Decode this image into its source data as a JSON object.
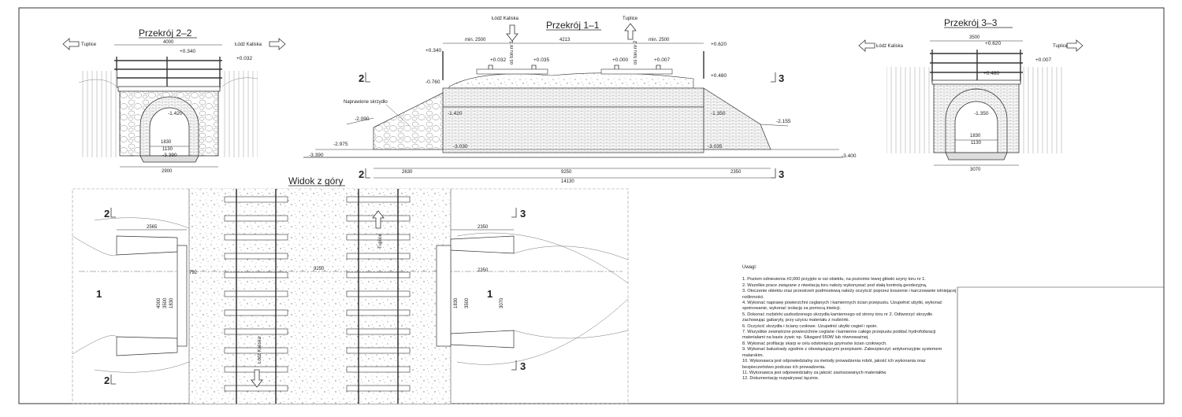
{
  "sections": {
    "s11": {
      "title": "Przekrój 1–1",
      "dir_left": "Łódź Kaliska",
      "dir_right": "Tuplice"
    },
    "s22": {
      "title": "Przekrój 2–2",
      "dir_left": "Tuplice",
      "dir_right": "Łódź Kaliska"
    },
    "s33": {
      "title": "Przekrój 3–3",
      "dir_left": "Łódź Kaliska",
      "dir_right": "Tuplice"
    },
    "top": {
      "title": "Widok z góry",
      "dir_up": "Tuplice",
      "dir_down": "Łódź Kaliska"
    }
  },
  "s11": {
    "dims_top": [
      "min. 2500",
      "4213",
      "min. 2500"
    ],
    "dims_bottom": [
      "2630",
      "9250",
      "2350",
      "14130"
    ],
    "levels": [
      "+0.340",
      "+0.032",
      "+0.035",
      "+0.000",
      "+0.007",
      "+0.620",
      "+0.480",
      "-0.760",
      "-1.420",
      "-2.090",
      "-2.975",
      "-3.390",
      "-3.030",
      "-3.035",
      "-1.350",
      "-2.155",
      "-3.400"
    ],
    "track_labels": [
      "oś toru nr 1",
      "oś toru nr 2"
    ],
    "annotation": "Naprawione skrzydło",
    "markers": [
      "2",
      "2",
      "3",
      "3"
    ]
  },
  "s22": {
    "dims": [
      "4000",
      "1830",
      "1130",
      "2900"
    ],
    "levels": [
      "+0.340",
      "+0.032",
      "-1.420",
      "-3.390"
    ]
  },
  "s33": {
    "dims": [
      "3500",
      "1830",
      "1130",
      "3070"
    ],
    "levels": [
      "+0.620",
      "+0.007",
      "+0.480",
      "-1.350"
    ]
  },
  "topview": {
    "dims": [
      "2565",
      "2350",
      "2350",
      "9250",
      "792",
      "4000",
      "3500",
      "1830",
      "1830",
      "3500",
      "3070"
    ],
    "markers": [
      "2",
      "3",
      "1",
      "1",
      "2",
      "3"
    ]
  },
  "notes": {
    "title": "Uwagi:",
    "items": [
      "1. Poziom odniesienia ±0,000 przyjęto w osi obiektu, na poziomie lewej główki szyny toru nr 1.",
      "2. Wszelkie prace związane z niwelacją toru należy wykonywać pod stałą kontrolą geodezyjną.",
      "3. Otoczenie obiektu oraz przestrzeń podmostową należy oczyścić poprzez koszenie i karczowanie istniejącej roślinności.",
      "4. Wykonać naprawę powierzchni ceglanych i kamiennych ścian przepustu. Uzupełnić ubytki, wykonać spoinowanie, wykonać izolację za pomocą iniekcji.",
      "5. Dokonać rozbiórki uszkodzonego skrzydła kamiennego od strony toru nr 2. Odtworzyć skrzydło zachowując gabaryty, przy użyciu materiału z rozbiórki.",
      "6. Oczyścić skrzydła i ściany czołowe. Uzupełnić ubytki cegieł i spoin.",
      "7. Wszystkie zewnętrzne powierzchnie ceglane i kamienne całego przepustu poddać hydrofobizacji materiałami na bazie żywic np. Sikagard 550W lub równoważnej.",
      "8. Wykonać profilację skarp w celu odsłonięcia gzymsów ścian czołowych.",
      "9. Wykonać balustrady zgodnie z obowiązującymi przepisami. Zabezpieczyć antykorozyjnie systemem malarskim.",
      "10. Wykonawca jest odpowiedzialny za metody prowadzenia robót, jakość ich wykonania oraz bezpieczeństwo podczas ich prowadzenia.",
      "11. Wykonawca jest odpowiedzialny za jakość zastosowanych materiałów.",
      "12. Dokumentację rozpatrywać łącznie."
    ]
  },
  "colors": {
    "line": "#222222",
    "grey": "#888888",
    "fill": "#f2f2f2"
  }
}
